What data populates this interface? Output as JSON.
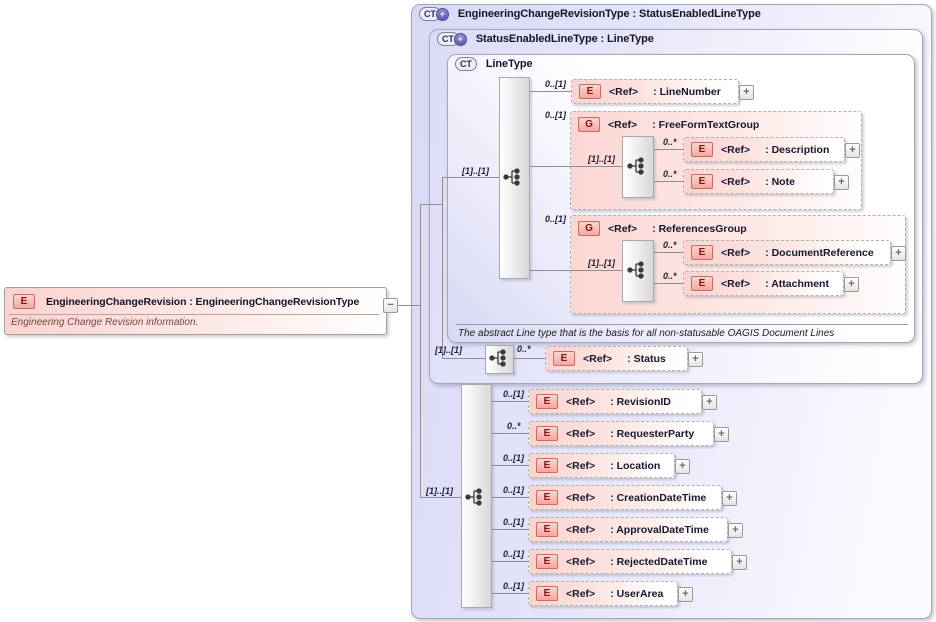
{
  "diagram": {
    "element": {
      "badge": "E",
      "title": "EngineeringChangeRevision : EngineeringChangeRevisionType",
      "annotation": "Engineering Change Revision information."
    },
    "containers": {
      "revision_type": {
        "badge": "CT",
        "title": "EngineeringChangeRevisionType : StatusEnabledLineType"
      },
      "status_enabled": {
        "badge": "CT",
        "title": "StatusEnabledLineType : LineType"
      },
      "line_type": {
        "badge": "CT",
        "title": "LineType",
        "annotation": "The abstract Line type that is the basis for all non-statusable OAGIS Document Lines"
      }
    },
    "cardinalities": {
      "line_type_seq": "[1]..[1]",
      "fftg_seq": "[1]..[1]",
      "refg_seq": "[1]..[1]",
      "status_seq": "[1]..[1]",
      "revision_seq": "[1]..[1]"
    },
    "line_type_children": {
      "line_number": {
        "card": "0..[1]",
        "badge": "E",
        "ref": "<Ref>",
        "name": ": LineNumber"
      },
      "free_form_text_group": {
        "card": "0..[1]",
        "badge": "G",
        "ref": "<Ref>",
        "name": ": FreeFormTextGroup"
      },
      "description": {
        "card": "0..*",
        "badge": "E",
        "ref": "<Ref>",
        "name": ": Description"
      },
      "note": {
        "card": "0..*",
        "badge": "E",
        "ref": "<Ref>",
        "name": ": Note"
      },
      "references_group": {
        "card": "0..[1]",
        "badge": "G",
        "ref": "<Ref>",
        "name": ": ReferencesGroup"
      },
      "document_reference": {
        "card": "0..*",
        "badge": "E",
        "ref": "<Ref>",
        "name": ": DocumentReference"
      },
      "attachment": {
        "card": "0..*",
        "badge": "E",
        "ref": "<Ref>",
        "name": ": Attachment"
      }
    },
    "status_enabled_children": {
      "status": {
        "card": "0..*",
        "badge": "E",
        "ref": "<Ref>",
        "name": ": Status"
      }
    },
    "revision_children": {
      "revision_id": {
        "card": "0..[1]",
        "badge": "E",
        "ref": "<Ref>",
        "name": ": RevisionID"
      },
      "requester_party": {
        "card": "0..*",
        "badge": "E",
        "ref": "<Ref>",
        "name": ": RequesterParty"
      },
      "location": {
        "card": "0..[1]",
        "badge": "E",
        "ref": "<Ref>",
        "name": ": Location"
      },
      "creation_date_time": {
        "card": "0..[1]",
        "badge": "E",
        "ref": "<Ref>",
        "name": ": CreationDateTime"
      },
      "approval_date_time": {
        "card": "0..[1]",
        "badge": "E",
        "ref": "<Ref>",
        "name": ": ApprovalDateTime"
      },
      "rejected_date_time": {
        "card": "0..[1]",
        "badge": "E",
        "ref": "<Ref>",
        "name": ": RejectedDateTime"
      },
      "user_area": {
        "card": "0..[1]",
        "badge": "E",
        "ref": "<Ref>",
        "name": ": UserArea"
      }
    },
    "colors": {
      "accent_pink": "#fad3cf",
      "accent_lavender": "#dcdcf7",
      "badge_red": "#8c1f17"
    }
  }
}
